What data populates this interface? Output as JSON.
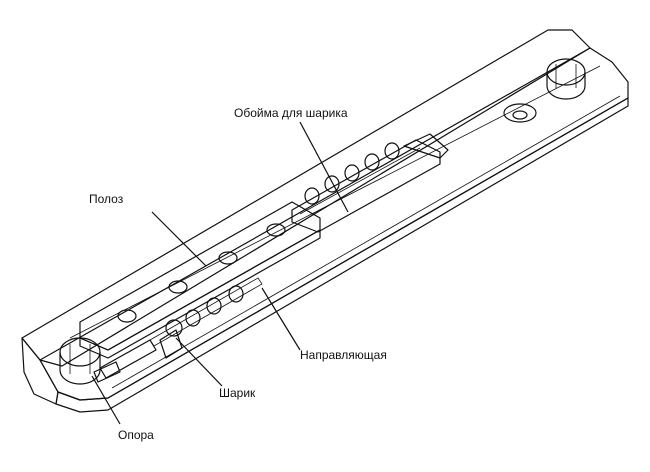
{
  "labels": {
    "ball_cage": "Обойма для шарика",
    "strip": "Полоз",
    "guide": "Направляющая",
    "ball": "Шарик",
    "support": "Опора"
  },
  "colors": {
    "line": "#111111",
    "fill": "#ffffff",
    "ball_fill": "#b8b8b8",
    "hatch": "#555555"
  }
}
